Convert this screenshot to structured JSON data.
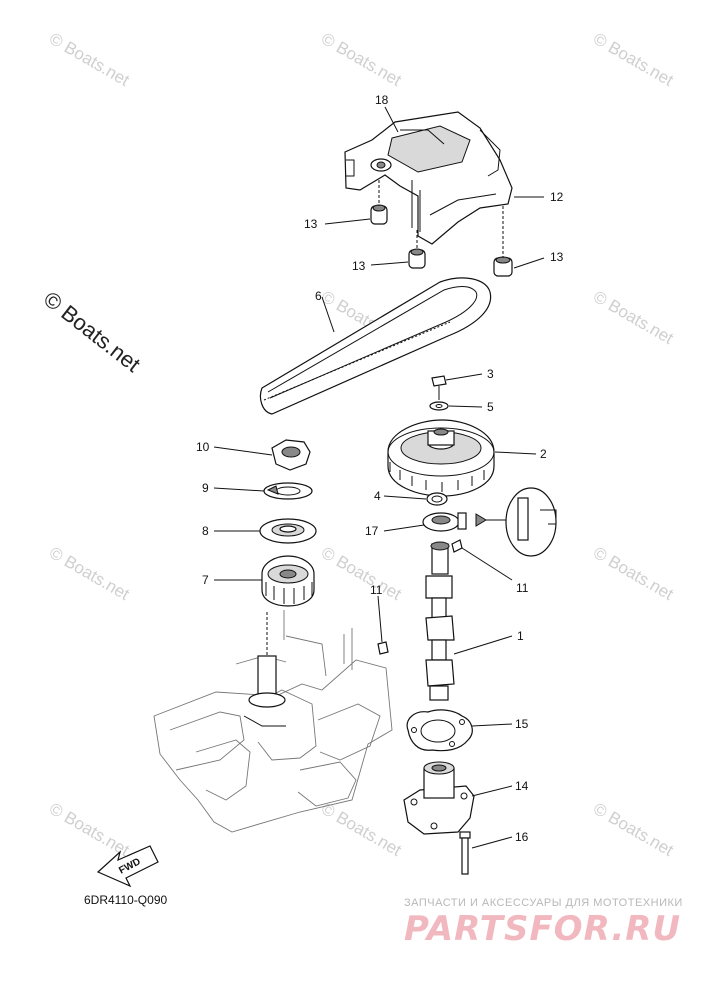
{
  "diagram": {
    "code": "6DR4110-Q090",
    "fwd_label": "FWD",
    "watermark": "© Boats.net",
    "watermark_large": "© Boats.net",
    "footer_tagline": "ЗАПЧАСТИ И АКСЕССУАРЫ ДЛЯ МОТОТЕХНИКИ",
    "footer_logo": "PARTSFOR.RU"
  },
  "callouts": [
    {
      "id": "c18",
      "label": "18"
    },
    {
      "id": "c12",
      "label": "12"
    },
    {
      "id": "c13a",
      "label": "13"
    },
    {
      "id": "c13b",
      "label": "13"
    },
    {
      "id": "c13c",
      "label": "13"
    },
    {
      "id": "c6",
      "label": "6"
    },
    {
      "id": "c3",
      "label": "3"
    },
    {
      "id": "c5",
      "label": "5"
    },
    {
      "id": "c2",
      "label": "2"
    },
    {
      "id": "c10",
      "label": "10"
    },
    {
      "id": "c9",
      "label": "9"
    },
    {
      "id": "c4",
      "label": "4"
    },
    {
      "id": "c8",
      "label": "8"
    },
    {
      "id": "c17",
      "label": "17"
    },
    {
      "id": "c7",
      "label": "7"
    },
    {
      "id": "c11a",
      "label": "11"
    },
    {
      "id": "c11b",
      "label": "11"
    },
    {
      "id": "c1",
      "label": "1"
    },
    {
      "id": "c15",
      "label": "15"
    },
    {
      "id": "c14",
      "label": "14"
    },
    {
      "id": "c16",
      "label": "16"
    }
  ]
}
